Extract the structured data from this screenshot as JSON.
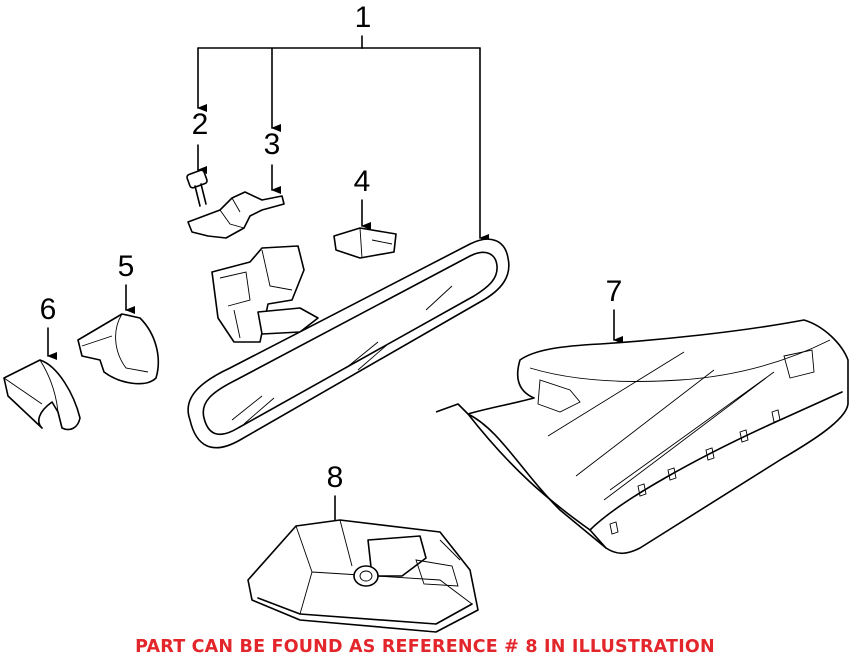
{
  "callouts": {
    "c1": "1",
    "c2": "2",
    "c3": "3",
    "c4": "4",
    "c5": "5",
    "c6": "6",
    "c7": "7",
    "c8": "8"
  },
  "note": "PART CAN BE FOUND AS REFERENCE # 8 IN ILLUSTRATION",
  "colors": {
    "note": "#e3262b",
    "line": "#000000"
  }
}
